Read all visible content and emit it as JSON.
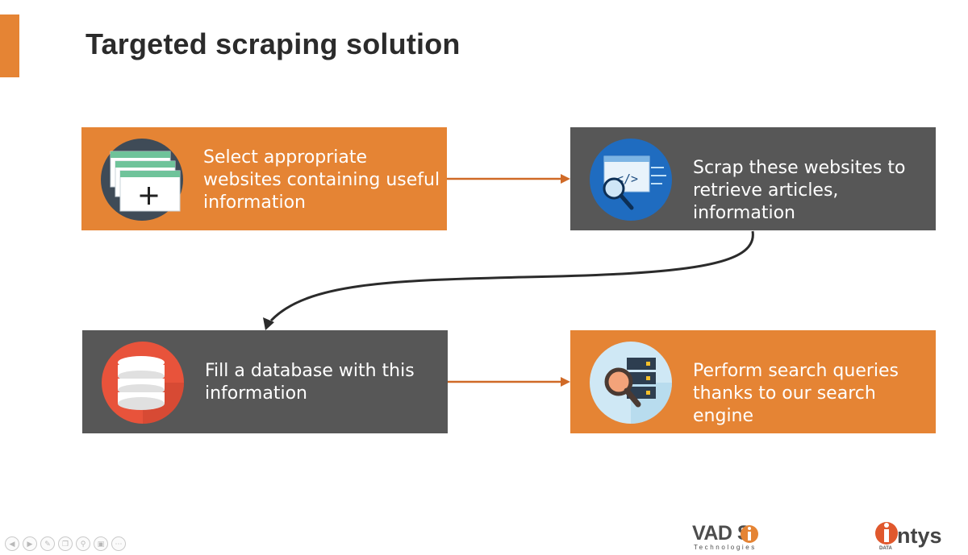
{
  "title": "Targeted scraping solution",
  "colors": {
    "orange": "#e58434",
    "dark": "#575757",
    "connector": "#d06a27",
    "curve": "#2b2b2b"
  },
  "steps": [
    {
      "id": "select",
      "label": "Select appropriate websites containing useful information",
      "icon": "browser-windows-add-icon"
    },
    {
      "id": "scrap",
      "label": "Scrap these websites to retrieve articles, information",
      "icon": "code-magnifier-icon"
    },
    {
      "id": "fill",
      "label": "Fill a database with this information",
      "icon": "database-icon"
    },
    {
      "id": "search",
      "label": "Perform search queries thanks to our search engine",
      "icon": "server-search-icon"
    }
  ],
  "logos": {
    "vadis": {
      "name": "VAD S",
      "sub": "Technologies"
    },
    "intys": {
      "name": "ntys",
      "sub": "DATA"
    }
  },
  "nav_controls": [
    "prev-icon",
    "play-icon",
    "pen-icon",
    "copy-icon",
    "zoom-icon",
    "screen-icon",
    "more-icon"
  ]
}
